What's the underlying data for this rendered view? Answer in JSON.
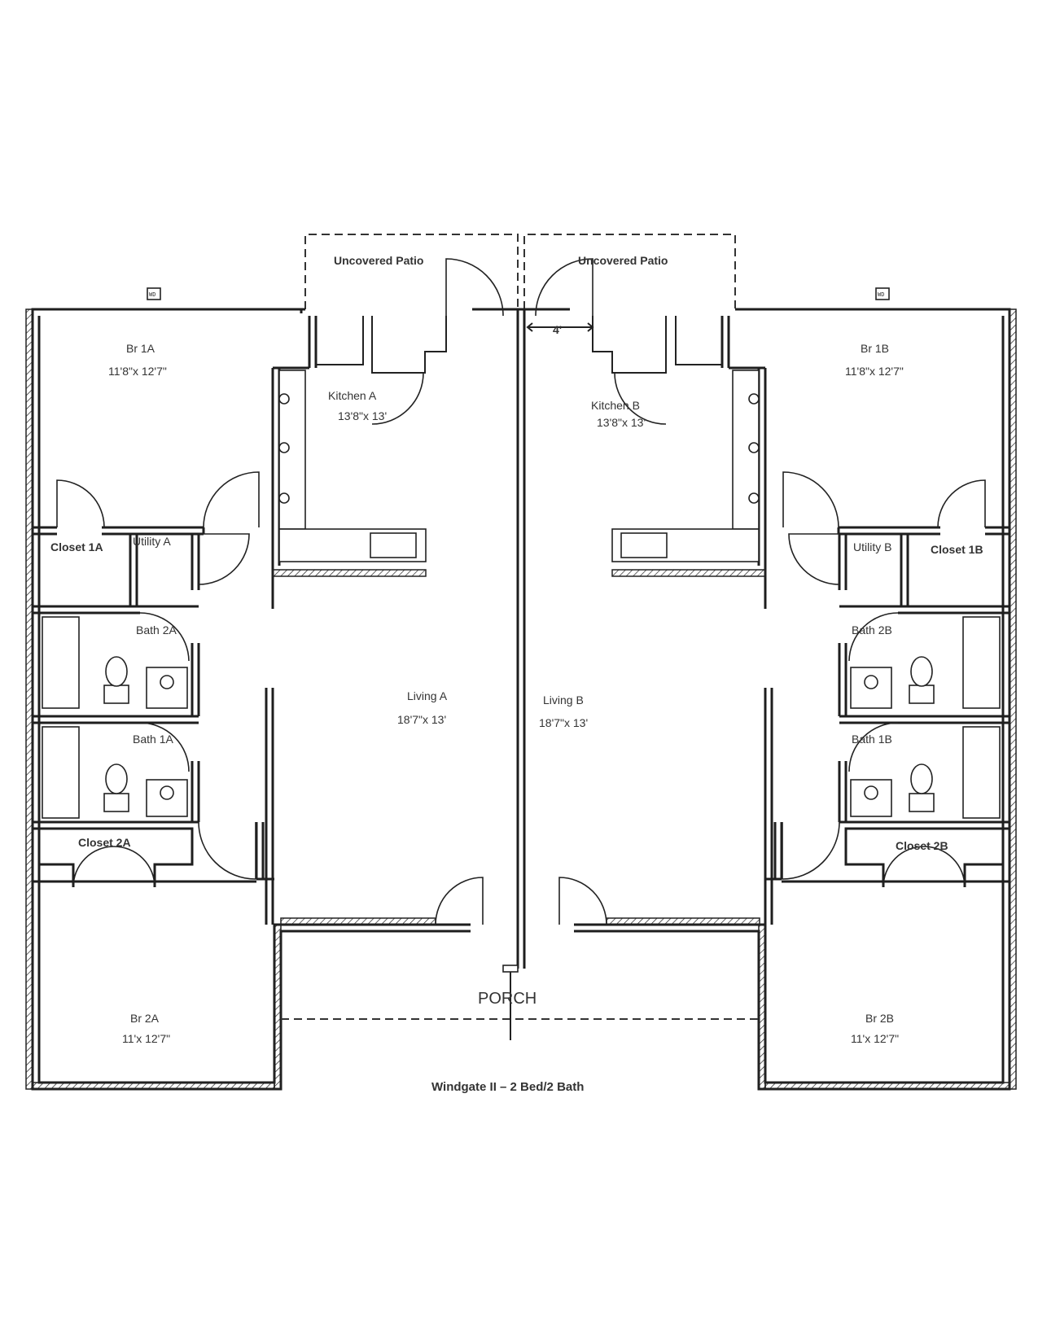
{
  "plan": {
    "title": "Windgate II – 2 Bed/2 Bath",
    "patio_left": "Uncovered Patio",
    "patio_right": "Uncovered Patio",
    "gap_dim": "4'",
    "porch": "PORCH",
    "unit_a": {
      "br1_name": "Br 1A",
      "br1_dim": "11'8\"x 12'7\"",
      "kitchen_name": "Kitchen A",
      "kitchen_dim": "13'8\"x 13'",
      "closet1": "Closet 1A",
      "utility": "Utility A",
      "bath2": "Bath 2A",
      "bath1": "Bath 1A",
      "living_name": "Living A",
      "living_dim": "18'7\"x 13'",
      "closet2": "Closet 2A",
      "br2_name": "Br 2A",
      "br2_dim": "11'x 12'7\""
    },
    "unit_b": {
      "br1_name": "Br 1B",
      "br1_dim": "11'8\"x 12'7\"",
      "kitchen_name": "Kitchen B",
      "kitchen_dim": "13'8\"x 13'",
      "closet1": "Closet 1B",
      "utility": "Utility B",
      "bath2": "Bath 2B",
      "bath1": "Bath 1B",
      "living_name": "Living B",
      "living_dim": "18'7\"x 13'",
      "closet2": "Closet 2B",
      "br2_name": "Br 2B",
      "br2_dim": "11'x 12'7\""
    }
  }
}
